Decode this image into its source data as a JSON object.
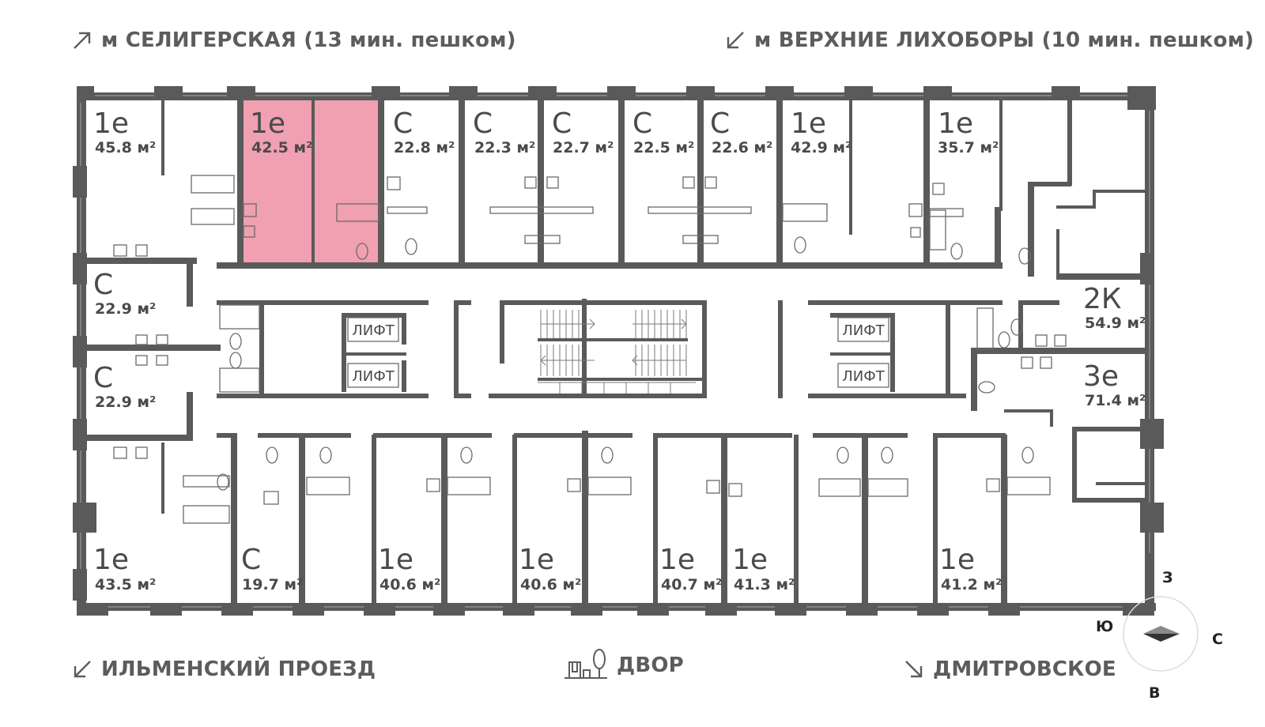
{
  "landmarks": {
    "top_left": "м СЕЛИГЕРСКАЯ (13 мин. пешком)",
    "top_right": "м ВЕРХНИЕ ЛИХОБОРЫ (10 мин. пешком)",
    "bottom_left": "ИЛЬМЕНСКИЙ ПРОЕЗД",
    "bottom_center": "ДВОР",
    "bottom_right": "ДМИТРОВСКОЕ"
  },
  "colors": {
    "wall": "#5a5a5a",
    "highlight": "#f0a0b0",
    "text": "#4a4a4a",
    "landmark": "#5c5c5c"
  },
  "icons": {
    "arrow_ne": "arrow-north-east-icon",
    "arrow_sw": "arrow-south-west-icon",
    "arrow_se": "arrow-south-east-icon",
    "courtyard": "courtyard-playground-icon",
    "compass": "compass-icon"
  },
  "units": [
    {
      "type": "1е",
      "area": "45.8 м²",
      "selected": false
    },
    {
      "type": "1е",
      "area": "42.5 м²",
      "selected": true
    },
    {
      "type": "С",
      "area": "22.8 м²",
      "selected": false
    },
    {
      "type": "С",
      "area": "22.3 м²",
      "selected": false
    },
    {
      "type": "С",
      "area": "22.7 м²",
      "selected": false
    },
    {
      "type": "С",
      "area": "22.5 м²",
      "selected": false
    },
    {
      "type": "С",
      "area": "22.6 м²",
      "selected": false
    },
    {
      "type": "1е",
      "area": "42.9 м²",
      "selected": false
    },
    {
      "type": "1е",
      "area": "35.7 м²",
      "selected": false
    },
    {
      "type": "С",
      "area": "22.9 м²",
      "selected": false
    },
    {
      "type": "С",
      "area": "22.9 м²",
      "selected": false
    },
    {
      "type": "2К",
      "area": "54.9 м²",
      "selected": false
    },
    {
      "type": "3е",
      "area": "71.4 м²",
      "selected": false
    },
    {
      "type": "1е",
      "area": "43.5 м²",
      "selected": false
    },
    {
      "type": "С",
      "area": "19.7 м²",
      "selected": false
    },
    {
      "type": "1е",
      "area": "40.6 м²",
      "selected": false
    },
    {
      "type": "1е",
      "area": "40.6 м²",
      "selected": false
    },
    {
      "type": "1е",
      "area": "40.7 м²",
      "selected": false
    },
    {
      "type": "1е",
      "area": "41.3 м²",
      "selected": false
    },
    {
      "type": "1е",
      "area": "41.2 м²",
      "selected": false
    }
  ],
  "lifts": [
    "ЛИФТ",
    "ЛИФТ",
    "ЛИФТ",
    "ЛИФТ"
  ],
  "compass": {
    "n": "З",
    "e": "С",
    "s": "В",
    "w": "Ю"
  }
}
